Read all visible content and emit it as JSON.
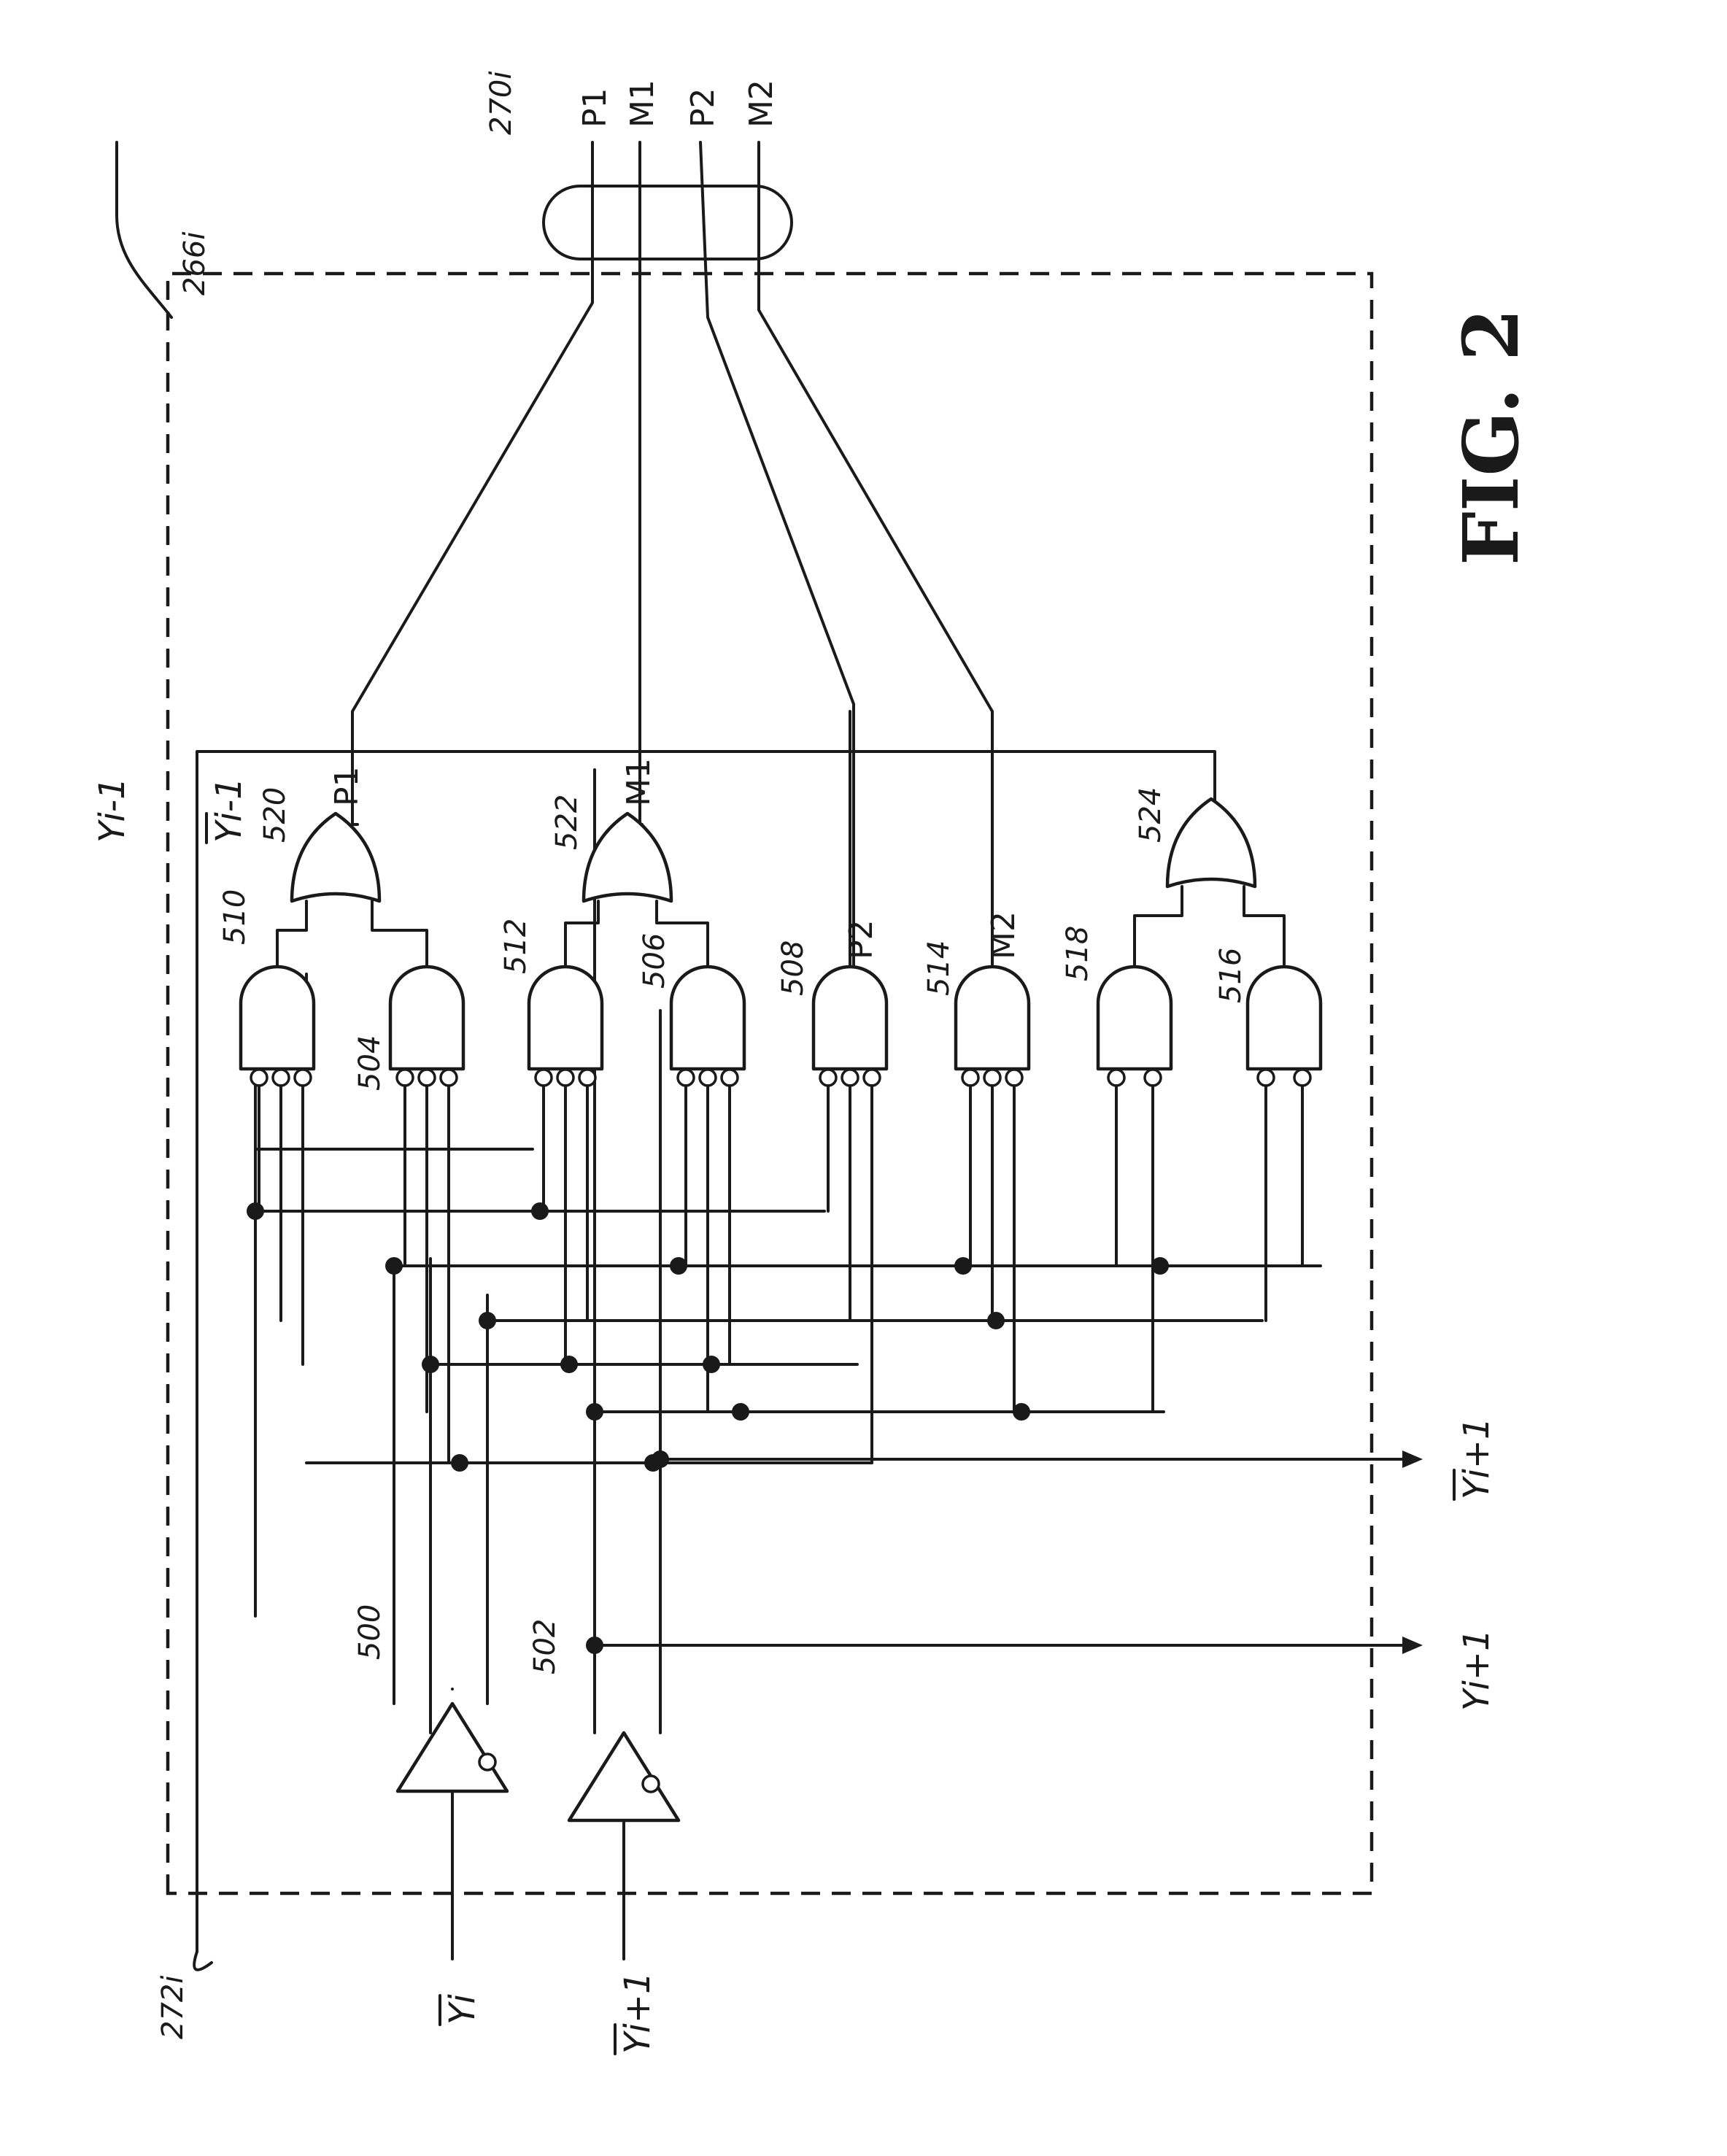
{
  "figure": {
    "title": "FIG. 2"
  },
  "refs": {
    "module": "266i",
    "bus": "270i",
    "common_line": "272i",
    "buf_a": "500",
    "buf_b": "502",
    "and_504": "504",
    "and_506": "506",
    "and_508": "508",
    "and_510": "510",
    "and_512": "512",
    "and_514": "514",
    "and_516": "516",
    "and_518": "518",
    "or_520": "520",
    "or_522": "522",
    "or_524": "524"
  },
  "bus_pins": [
    "P1",
    "M1",
    "P2",
    "M2"
  ],
  "gate_outputs": {
    "or_520": "P1",
    "or_522": "M1",
    "and_508": "P2",
    "and_514": "M2"
  },
  "signals": {
    "y_i_minus_1": "Yi-1",
    "y_i_minus_1_bar": "Yi-1",
    "y_i_plus_1_out": "Yi+1",
    "y_i_plus_1_bar_out": "Yi+1",
    "y_i_bar_in": "Yi",
    "y_i_plus_1_bar_in": "Yi+1"
  },
  "colors": {
    "ink": "#1a1a1a",
    "paper": "#ffffff"
  }
}
